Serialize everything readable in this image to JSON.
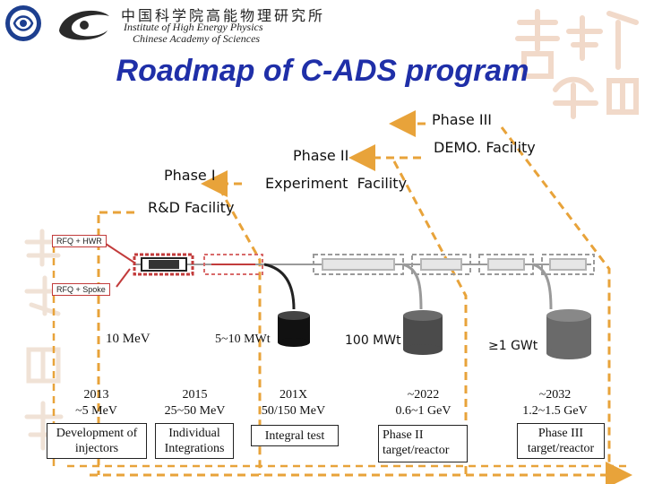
{
  "header": {
    "institute_cn": "中国科学院高能物理研究所",
    "institute_en_line1": "Institute of High Energy Physics",
    "institute_en_line2": "Chinese Academy of Sciences"
  },
  "title": "Roadmap of C-ADS program",
  "phases": {
    "phase3": "Phase III",
    "phase2": "Phase II",
    "phase1": "Phase I",
    "demo": "DEMO. Facility",
    "experiment": "Experiment  Facility",
    "rd": "R&D Facility"
  },
  "tags": {
    "hwr": "RFQ + HWR",
    "spoke": "RFQ + Spoke"
  },
  "powers": {
    "p1": "10 MeV",
    "p2": "5~10 MWt",
    "p3": "100 MWt",
    "p4": "≥1 GWt"
  },
  "milestones": [
    {
      "year": "2013",
      "energy": "~5 MeV",
      "desc": "Development of injectors"
    },
    {
      "year": "2015",
      "energy": "25~50 MeV",
      "desc": "Individual Integrations"
    },
    {
      "year": "201X",
      "energy": "50/150 MeV",
      "desc": "Integral test"
    },
    {
      "year": "~2022",
      "energy": "0.6~1 GeV",
      "desc": "Phase II target/reactor"
    },
    {
      "year": "~2032",
      "energy": "1.2~1.5 GeV",
      "desc": "Phase III target/reactor"
    }
  ],
  "colors": {
    "title": "#1f2fa8",
    "arrow": "#e8a33a",
    "rd_box": "#c23b3b",
    "gray": "#999999"
  }
}
